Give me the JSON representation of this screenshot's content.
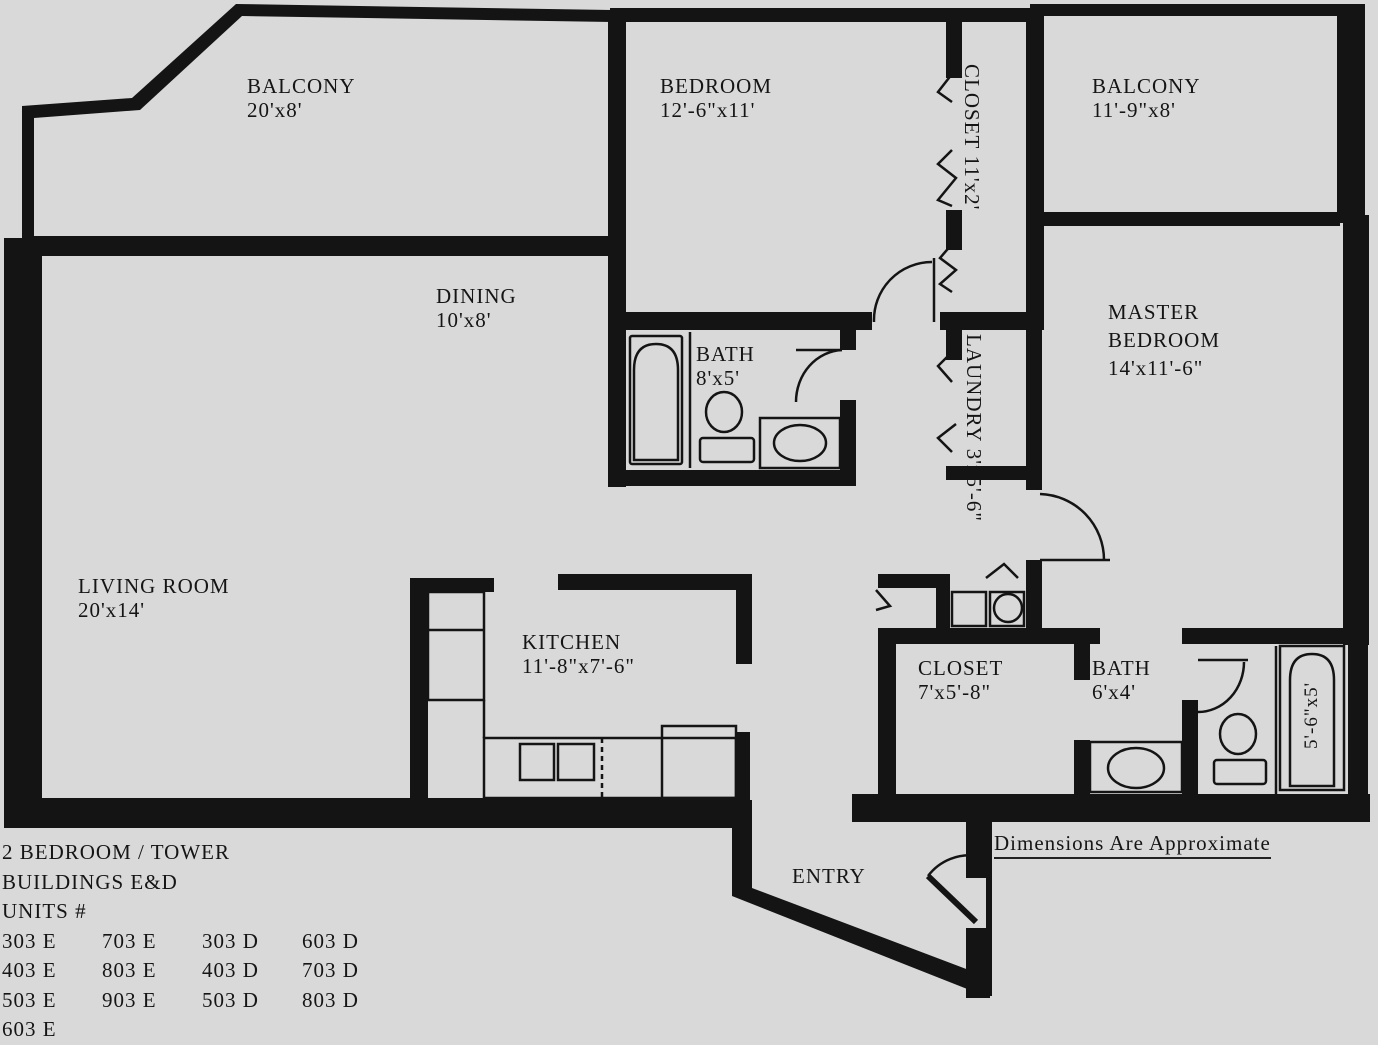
{
  "rooms": {
    "balcony_left": {
      "name": "BALCONY",
      "dims": "20'x8'"
    },
    "bedroom": {
      "name": "BEDROOM",
      "dims": "12'-6\"x11'"
    },
    "closet_top": {
      "name": "CLOSET",
      "dims": "11'x2'"
    },
    "balcony_right": {
      "name": "BALCONY",
      "dims": "11'-9\"x8'"
    },
    "dining": {
      "name": "DINING",
      "dims": "10'x8'"
    },
    "bath_small": {
      "name": "BATH",
      "dims": "8'x5'"
    },
    "laundry": {
      "name": "LAUNDRY",
      "dims": "3'x5'-6\""
    },
    "master": {
      "name1": "MASTER",
      "name2": "BEDROOM",
      "dims": "14'x11'-6\""
    },
    "living": {
      "name": "LIVING ROOM",
      "dims": "20'x14'"
    },
    "kitchen": {
      "name": "KITCHEN",
      "dims": "11'-8\"x7'-6\""
    },
    "closet_mid": {
      "name": "CLOSET",
      "dims": "7'x5'-8\""
    },
    "bath_master": {
      "name": "BATH",
      "dims": "6'x4'"
    },
    "tub_master": {
      "dims": "5'-6\"x5'"
    },
    "entry": {
      "name": "ENTRY"
    }
  },
  "disclaimer": "Dimensions Are Approximate",
  "info": {
    "line1": "2 BEDROOM / TOWER",
    "line2": "BUILDINGS E&D",
    "line3": "UNITS #",
    "units": [
      [
        "303 E",
        "703 E",
        "303 D",
        "603 D"
      ],
      [
        "403 E",
        "803 E",
        "403 D",
        "703 D"
      ],
      [
        "503 E",
        "903 E",
        "503 D",
        "803 D"
      ],
      [
        "603 E"
      ]
    ]
  }
}
